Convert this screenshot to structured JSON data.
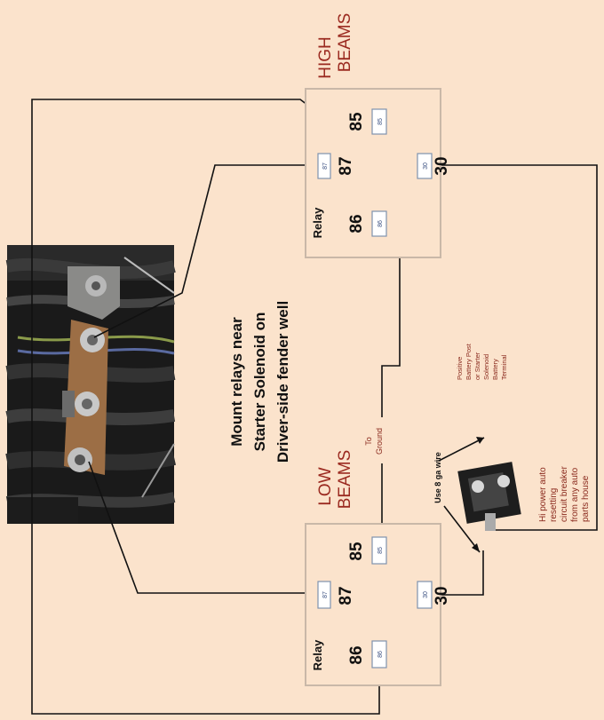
{
  "colors": {
    "background": "#fbe3cc",
    "relay_fill": "#fbe3cc",
    "relay_border": "#c9b8a8",
    "pin_border": "#7f93ad",
    "wire": "#111111",
    "title_red": "#9b2a20",
    "note_red": "#8a2a1e"
  },
  "high_relay": {
    "title_line1": "HIGH",
    "title_line2": "BEAMS",
    "relay_label": "Relay",
    "pin85_num": "85",
    "pin85_tag": "85",
    "pin87_num": "87",
    "pin87_tag": "87",
    "pin86_num": "86",
    "pin86_tag": "86",
    "pin30_num": "30",
    "pin30_tag": "30"
  },
  "low_relay": {
    "title_line1": "LOW",
    "title_line2": "BEAMS",
    "relay_label": "Relay",
    "pin85_num": "85",
    "pin85_tag": "85",
    "pin87_num": "87",
    "pin87_tag": "87",
    "pin86_num": "86",
    "pin86_tag": "86",
    "pin30_num": "30",
    "pin30_tag": "30"
  },
  "mount_note": {
    "line1": "Mount relays near",
    "line2": "Starter Solenoid on",
    "line3": "Driver-side fender well"
  },
  "ground_note": {
    "line1": "To",
    "line2": "Ground"
  },
  "wire_gauge_note": "Use 8 ga wire",
  "battery_note": {
    "line1": "Positive",
    "line2": "Battery Post",
    "line3": "or Starter",
    "line4": "Solenoid",
    "line5": "Battery",
    "line6": "Terminal"
  },
  "breaker_note": {
    "line1": "Hi power auto",
    "line2": "resetting",
    "line3": "circuit breaker",
    "line4": "from any auto",
    "line5": "parts house"
  }
}
